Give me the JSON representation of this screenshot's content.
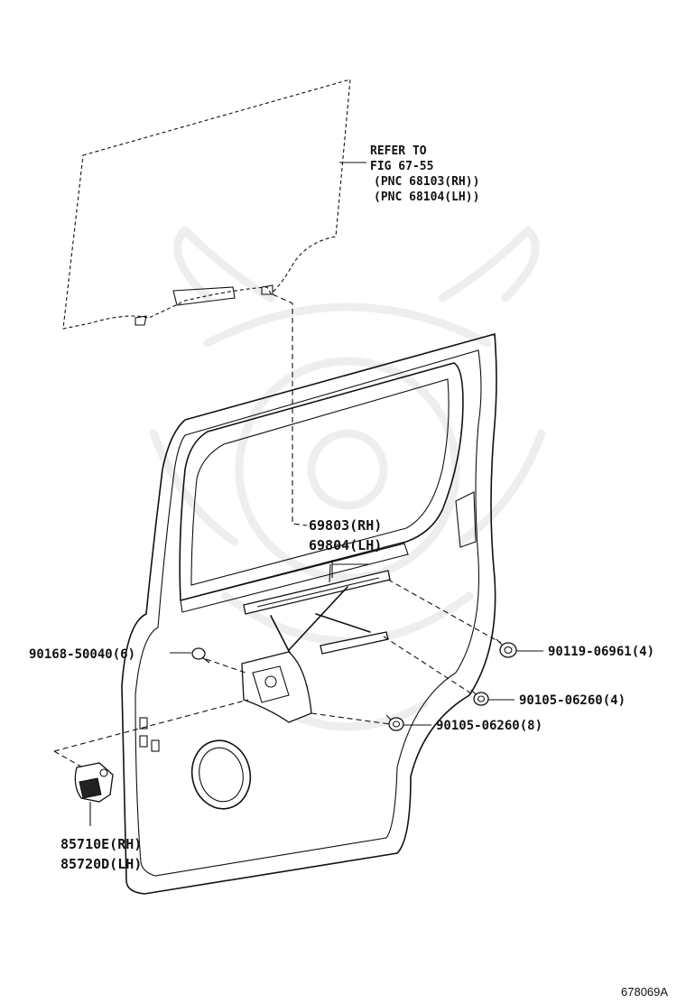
{
  "diagram": {
    "reference_note": [
      "REFER TO",
      "FIG 67-55",
      "(PNC 68103(RH))",
      "(PNC 68104(LH))"
    ],
    "callouts": {
      "regulator_rh": "69803(RH)",
      "regulator_lh": "69804(LH)",
      "bolt_left": "90168-50040(6)",
      "bolt_right_top": "90119-06961(4)",
      "bolt_right_mid": "90105-06260(4)",
      "bolt_center": "90105-06260(8)",
      "motor_rh": "85710E(RH)",
      "motor_lh": "85720D(LH)"
    },
    "figure_number": "678069A"
  }
}
